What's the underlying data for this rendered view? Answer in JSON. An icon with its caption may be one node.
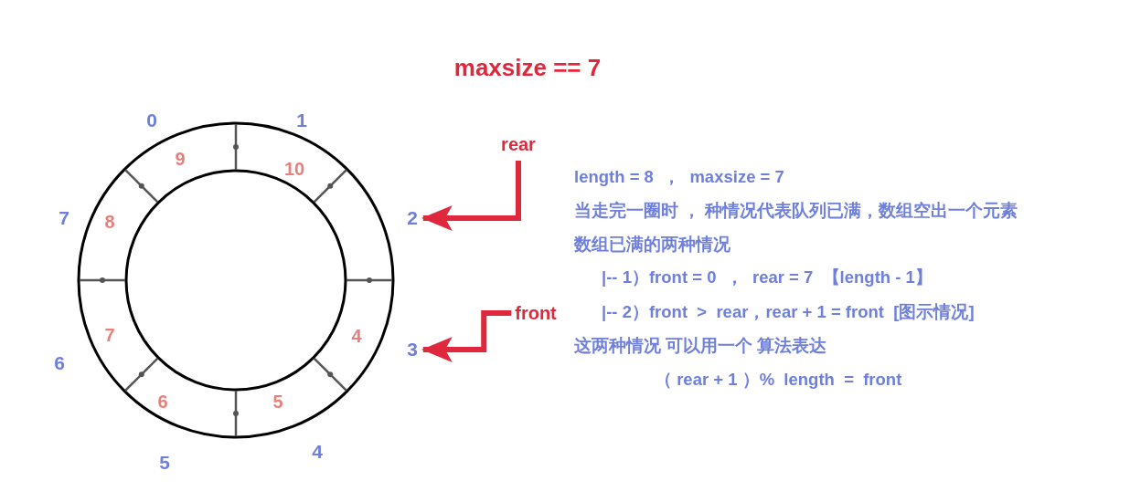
{
  "diagram": {
    "nodes": [
      {
        "text": [
          "rear"
        ]
      },
      {
        "text": [
          "2"
        ]
      },
      {
        "text": [
          "front"
        ]
      },
      {
        "text": [
          "3"
        ]
      }
    ],
    "edges": [
      {
        "from": 0,
        "to": 1,
        "arrow": "to"
      },
      {
        "from": 2,
        "to": 3,
        "arrow": "to"
      }
    ],
    "labels": [
      "maxsize == 7",
      "0",
      "1",
      "9",
      "10",
      "length = 8  ，  maxsize = 7",
      "7",
      "8",
      "当走完一圈时 ， 种情况代表队列已满，数组空出一个元素",
      "数组已满的两种情况",
      "|-- 1）front = 0  ，  rear = 7  【length - 1】",
      "|-- 2）front  >  rear，rear + 1 = front  [图示情况]",
      "7",
      "4",
      "这两种情况 可以用一个 算法表达",
      "6",
      "（ rear + 1 ）%  length  =  front",
      "6",
      "5",
      "4",
      "5"
    ]
  }
}
